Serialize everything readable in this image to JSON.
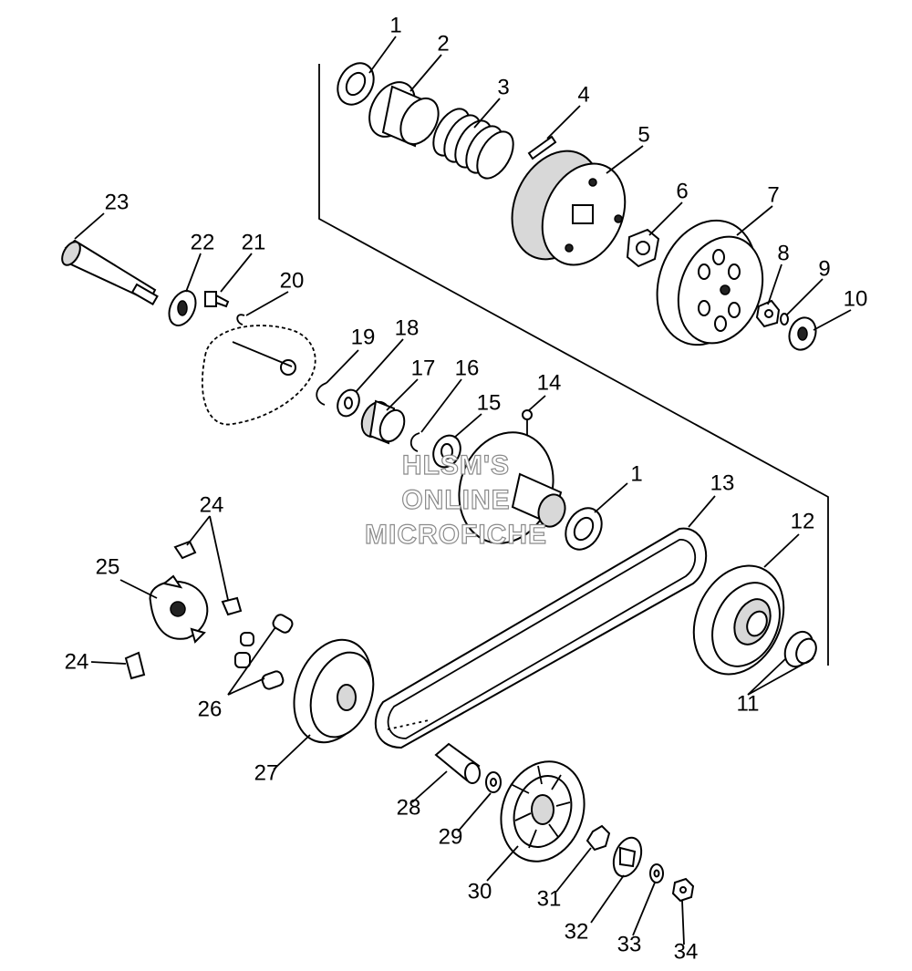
{
  "labels": {
    "p1a": "1",
    "p2": "2",
    "p3": "3",
    "p4": "4",
    "p5": "5",
    "p6": "6",
    "p7": "7",
    "p8": "8",
    "p9": "9",
    "p10": "10",
    "p11": "11",
    "p12": "12",
    "p13": "13",
    "p14": "14",
    "p15": "15",
    "p16": "16",
    "p17": "17",
    "p18": "18",
    "p19": "19",
    "p20": "20",
    "p21": "21",
    "p22": "22",
    "p23": "23",
    "p24a": "24",
    "p24b": "24",
    "p25": "25",
    "p26": "26",
    "p27": "27",
    "p28": "28",
    "p29": "29",
    "p30": "30",
    "p31": "31",
    "p32": "32",
    "p33": "33",
    "p34": "34",
    "p1b": "1"
  },
  "watermark": {
    "line1": "HLSM'S",
    "line2": "ONLINE",
    "line3": "MICROFICHE"
  }
}
